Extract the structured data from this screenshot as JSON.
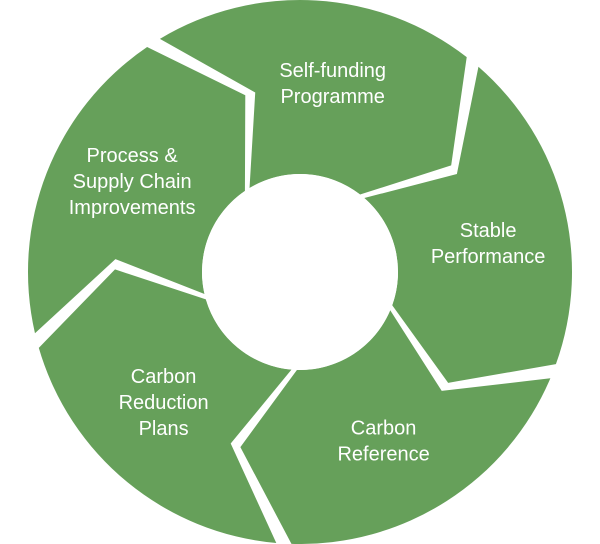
{
  "diagram": {
    "segments": [
      {
        "id": "self-funding-programme",
        "lines": [
          "Self-funding",
          "Programme"
        ]
      },
      {
        "id": "stable-performance",
        "lines": [
          "Stable",
          "Performance"
        ]
      },
      {
        "id": "carbon-reference",
        "lines": [
          "Carbon",
          "Reference"
        ]
      },
      {
        "id": "carbon-reduction-plans",
        "lines": [
          "Carbon",
          "Reduction",
          "Plans"
        ]
      },
      {
        "id": "process-supply-chain-improvements",
        "lines": [
          "Process &",
          "Supply Chain",
          "Improvements"
        ]
      }
    ],
    "colors": {
      "segment": "#66a05a",
      "hub": "#ffffff"
    }
  }
}
